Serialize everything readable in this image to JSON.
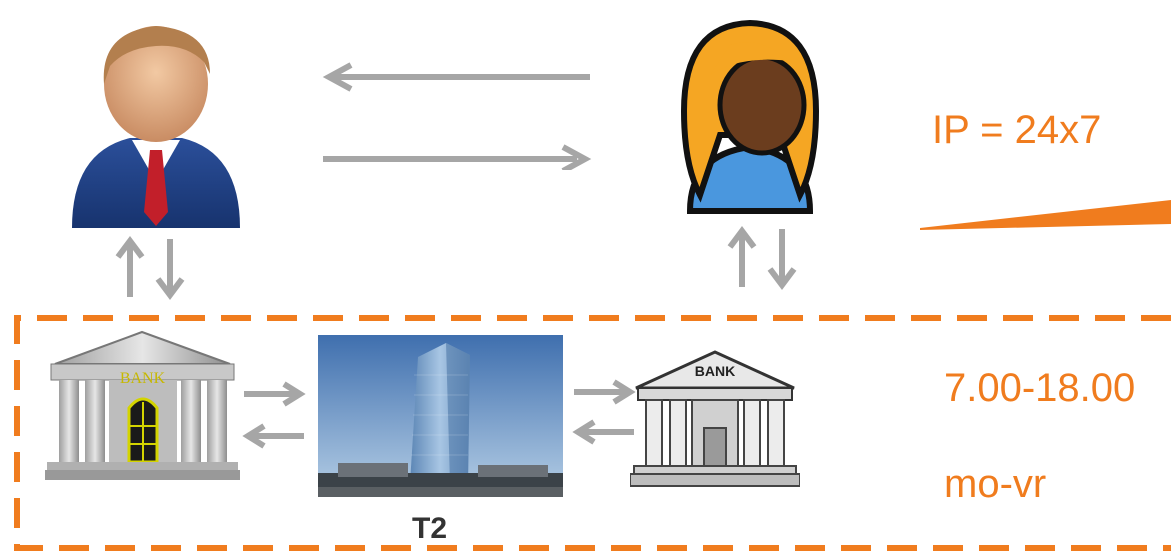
{
  "colors": {
    "accent": "#f07c1e",
    "arrow": "#a6a6a6"
  },
  "labels": {
    "instant_payment": "IP = 24x7",
    "hours": "7.00-18.00",
    "days": "mo-vr",
    "central_bank": "T2",
    "bank_left_sign": "BANK",
    "bank_right_sign": "BANK"
  },
  "icons": {
    "payer": "businessman-icon",
    "payee": "woman-icon",
    "bank_left": "bank-building-icon",
    "central_bank": "skyscraper-photo",
    "bank_right": "bank-building-icon"
  }
}
